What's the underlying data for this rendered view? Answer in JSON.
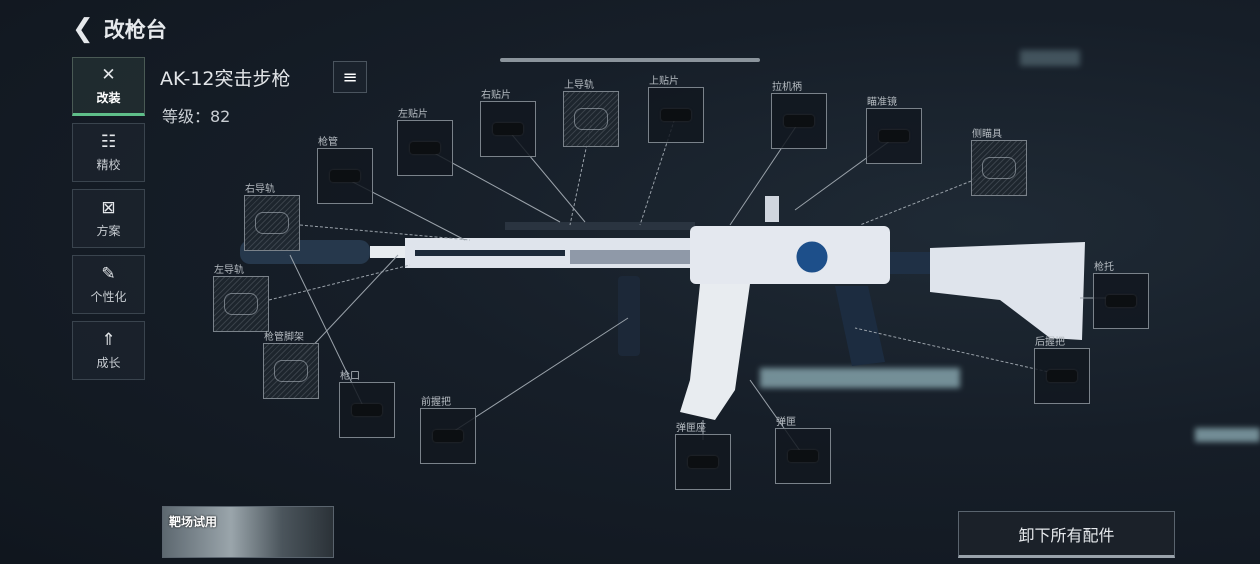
{
  "header": {
    "back_icon": "chevron-left",
    "title": "改枪台"
  },
  "nav": [
    {
      "id": "modify",
      "icon": "wrench-cross-icon",
      "glyph": "✕",
      "label": "改装",
      "active": true
    },
    {
      "id": "tune",
      "icon": "sliders-icon",
      "glyph": "☷",
      "label": "精校",
      "active": false
    },
    {
      "id": "preset",
      "icon": "blueprint-icon",
      "glyph": "⊠",
      "label": "方案",
      "active": false
    },
    {
      "id": "custom",
      "icon": "spray-can-icon",
      "glyph": "✎",
      "label": "个性化",
      "active": false
    },
    {
      "id": "growth",
      "icon": "gun-upgrade-icon",
      "glyph": "⇑",
      "label": "成长",
      "active": false
    }
  ],
  "weapon": {
    "name": "AK-12突击步枪",
    "level": "等级：82",
    "list_icon": "≡"
  },
  "slots": [
    {
      "label": "右导轨",
      "empty": true
    },
    {
      "label": "左导轨",
      "empty": true
    },
    {
      "label": "枪管",
      "empty": false
    },
    {
      "label": "枪管脚架",
      "empty": true
    },
    {
      "label": "枪口",
      "empty": false
    },
    {
      "label": "左贴片",
      "empty": false
    },
    {
      "label": "右贴片",
      "empty": false
    },
    {
      "label": "上导轨",
      "empty": true
    },
    {
      "label": "上贴片",
      "empty": false
    },
    {
      "label": "前握把",
      "empty": false
    },
    {
      "label": "拉机柄",
      "empty": false
    },
    {
      "label": "瞄准镜",
      "empty": false
    },
    {
      "label": "侧瞄具",
      "empty": true
    },
    {
      "label": "枪托",
      "empty": false
    },
    {
      "label": "后握把",
      "empty": false
    },
    {
      "label": "弹匣座",
      "empty": false
    },
    {
      "label": "弹匣",
      "empty": false
    }
  ],
  "footer": {
    "trial_label": "靶场试用",
    "unequip_label": "卸下所有配件"
  },
  "colors": {
    "accent": "#5fbf8a",
    "background": "#141b24"
  }
}
